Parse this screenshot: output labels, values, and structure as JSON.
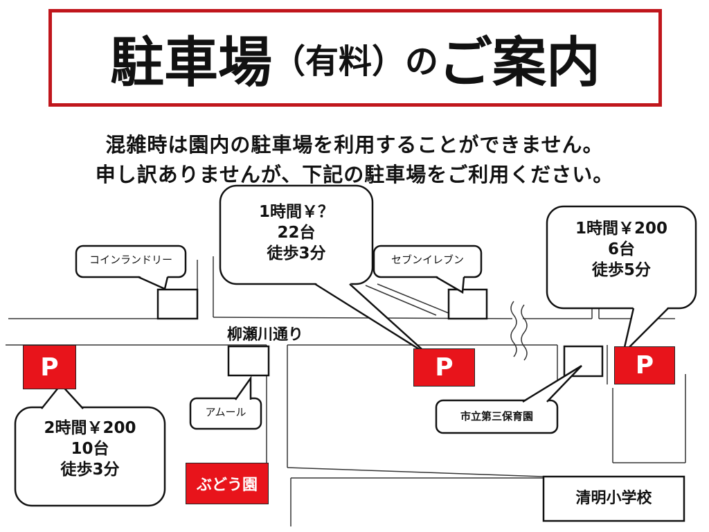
{
  "title": {
    "part1": "駐車場",
    "part2": "（有料）の",
    "part3": "ご案内"
  },
  "notice": {
    "line1": "混雑時は園内の駐車場を利用することができません。",
    "line2": "申し訳ありませんが、下記の駐車場をご利用ください。"
  },
  "street_label": "柳瀬川通り",
  "landmarks": {
    "coin_laundry": "コインランドリー",
    "seven_eleven": "セブンイレブン",
    "amour": "アムール",
    "nursery": "市立第三保育園",
    "budouen": "ぶどう園",
    "school": "清明小学校"
  },
  "parking_symbol": "P",
  "parking_lots": [
    {
      "rate": "2時間￥200",
      "spaces": "10台",
      "walk": "徒歩3分"
    },
    {
      "rate": "1時間￥？",
      "spaces": "22台",
      "walk": "徒歩3分"
    },
    {
      "rate": "1時間￥200",
      "spaces": "6台",
      "walk": "徒歩5分"
    }
  ],
  "colors": {
    "accent": "#e8141b",
    "title_border": "#c0161c"
  }
}
